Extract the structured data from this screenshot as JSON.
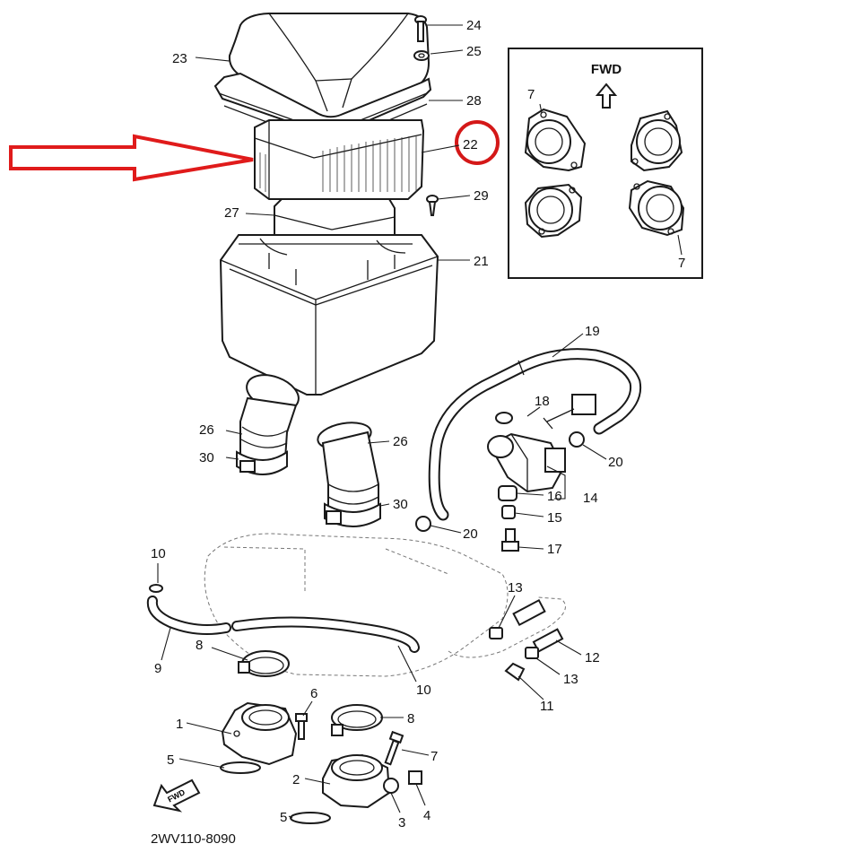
{
  "labels": {
    "p1": "1",
    "p2": "2",
    "p3": "3",
    "p4": "4",
    "p5a": "5",
    "p5b": "5",
    "p6": "6",
    "p7a": "7",
    "p7b": "7",
    "p7c": "7",
    "p8a": "8",
    "p8b": "8",
    "p9": "9",
    "p10a": "10",
    "p10b": "10",
    "p11": "11",
    "p12": "12",
    "p13a": "13",
    "p13b": "13",
    "p14": "14",
    "p15": "15",
    "p16": "16",
    "p17": "17",
    "p18": "18",
    "p19": "19",
    "p20a": "20",
    "p20b": "20",
    "p21": "21",
    "p22": "22",
    "p23": "23",
    "p24": "24",
    "p25": "25",
    "p26a": "26",
    "p26b": "26",
    "p27": "27",
    "p28": "28",
    "p29": "29",
    "p30a": "30",
    "p30b": "30"
  },
  "inset": {
    "fwd_label": "FWD"
  },
  "fwd_tag": "FWD",
  "drawing_code": "2WV110-8090",
  "colors": {
    "highlight_arrow": "#e01b1b",
    "highlight_circle": "#d41818",
    "line": "#1a1a1a"
  }
}
